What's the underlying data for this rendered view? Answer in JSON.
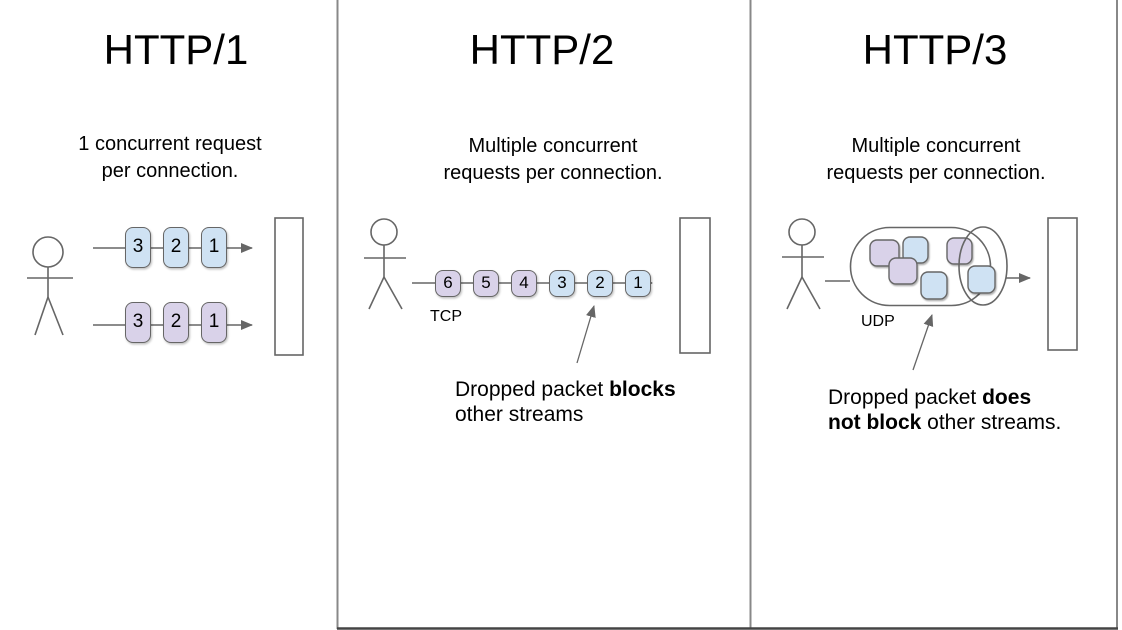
{
  "palette": {
    "packet_blue": "#cfe2f3",
    "packet_purple": "#d9d2e9",
    "stroke": "#666666",
    "divider": "#888888",
    "divider_dark": "#444444"
  },
  "columns": [
    {
      "title": "HTTP/1",
      "subtitle": {
        "line1": "1 concurrent request",
        "line2": "per connection."
      },
      "streams": [
        {
          "packets": [
            {
              "label": "3"
            },
            {
              "label": "2"
            },
            {
              "label": "1"
            }
          ]
        },
        {
          "packets": [
            {
              "label": "3"
            },
            {
              "label": "2"
            },
            {
              "label": "1"
            }
          ]
        }
      ]
    },
    {
      "title": "HTTP/2",
      "subtitle": {
        "line1": "Multiple concurrent",
        "line2": "requests per connection."
      },
      "protocol_label": "TCP",
      "packets": [
        {
          "label": "6"
        },
        {
          "label": "5"
        },
        {
          "label": "4"
        },
        {
          "label": "3"
        },
        {
          "label": "2"
        },
        {
          "label": "1"
        }
      ],
      "annotation": {
        "l1_normal": "Dropped packet ",
        "l1_bold": "blocks",
        "l2_bold": "",
        "l2_normal": "other streams"
      }
    },
    {
      "title": "HTTP/3",
      "subtitle": {
        "line1": "Multiple concurrent",
        "line2": "requests per connection."
      },
      "protocol_label": "UDP",
      "annotation": {
        "l1_normal": "Dropped packet ",
        "l1_bold": "does",
        "l2_bold": "not block ",
        "l2_normal": "other streams."
      }
    }
  ]
}
